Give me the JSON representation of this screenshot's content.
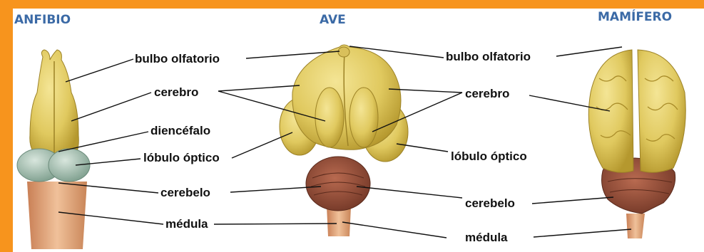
{
  "titles": {
    "amphibian": "ANFIBIO",
    "bird": "AVE",
    "mammal": "MAMÍFERO"
  },
  "labels_left": {
    "olfactory_bulb": "bulbo olfatorio",
    "cerebrum": "cerebro",
    "diencephalon": "diencéfalo",
    "optic_lobe": "lóbulo óptico",
    "cerebellum": "cerebelo",
    "medulla": "médula"
  },
  "labels_right": {
    "olfactory_bulb": "bulbo olfatorio",
    "cerebrum": "cerebro",
    "optic_lobe": "lóbulo óptico",
    "cerebellum": "cerebelo",
    "medulla": "médula"
  },
  "colors": {
    "frame": "#f7941d",
    "title": "#3b6aa6",
    "brain_yellow": "#e3cf67",
    "brain_dark": "#b89b2c",
    "optic_blue": "#9bb7a8",
    "cerebellum": "#9a5540",
    "medulla": "#e5a97a"
  }
}
